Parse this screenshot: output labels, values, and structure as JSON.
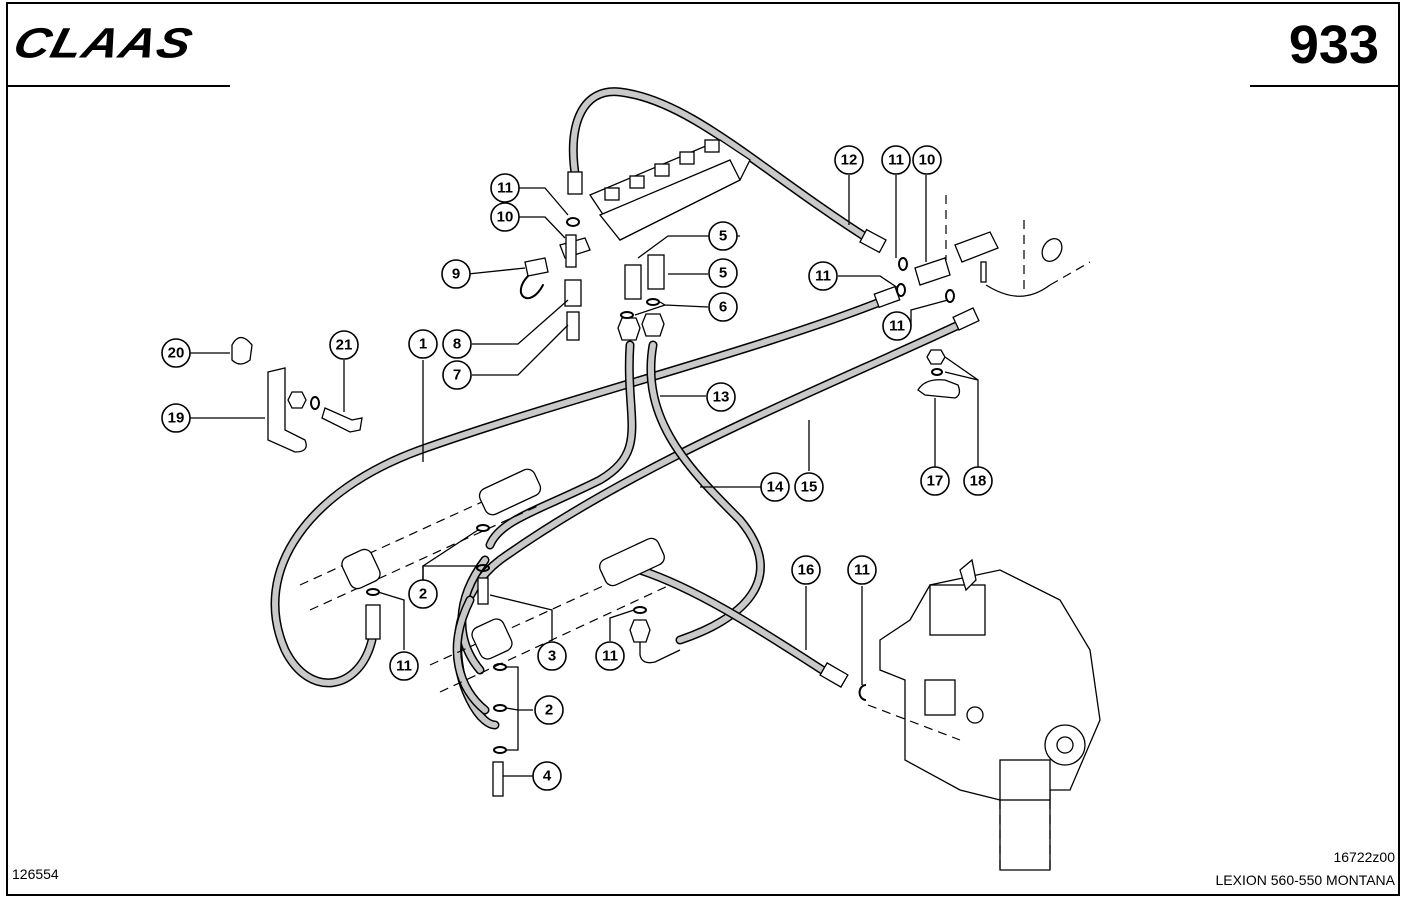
{
  "header": {
    "brand": "CLAAS",
    "page_number": "933"
  },
  "footer": {
    "figure_number": "126554",
    "drawing_code": "16722z00",
    "model": "LEXION 560-550 MONTANA"
  },
  "callouts": [
    {
      "id": "c1",
      "label": "1"
    },
    {
      "id": "c2a",
      "label": "2"
    },
    {
      "id": "c2b",
      "label": "2"
    },
    {
      "id": "c3",
      "label": "3"
    },
    {
      "id": "c4",
      "label": "4"
    },
    {
      "id": "c5a",
      "label": "5"
    },
    {
      "id": "c5b",
      "label": "5"
    },
    {
      "id": "c6",
      "label": "6"
    },
    {
      "id": "c7",
      "label": "7"
    },
    {
      "id": "c8",
      "label": "8"
    },
    {
      "id": "c9",
      "label": "9"
    },
    {
      "id": "c10a",
      "label": "10"
    },
    {
      "id": "c10b",
      "label": "10"
    },
    {
      "id": "c11a",
      "label": "11"
    },
    {
      "id": "c11b",
      "label": "11"
    },
    {
      "id": "c11c",
      "label": "11"
    },
    {
      "id": "c11d",
      "label": "11"
    },
    {
      "id": "c11e",
      "label": "11"
    },
    {
      "id": "c11f",
      "label": "11"
    },
    {
      "id": "c11g",
      "label": "11"
    },
    {
      "id": "c12",
      "label": "12"
    },
    {
      "id": "c13",
      "label": "13"
    },
    {
      "id": "c14",
      "label": "14"
    },
    {
      "id": "c15",
      "label": "15"
    },
    {
      "id": "c16",
      "label": "16"
    },
    {
      "id": "c17",
      "label": "17"
    },
    {
      "id": "c18",
      "label": "18"
    },
    {
      "id": "c19",
      "label": "19"
    },
    {
      "id": "c20",
      "label": "20"
    },
    {
      "id": "c21",
      "label": "21"
    }
  ]
}
